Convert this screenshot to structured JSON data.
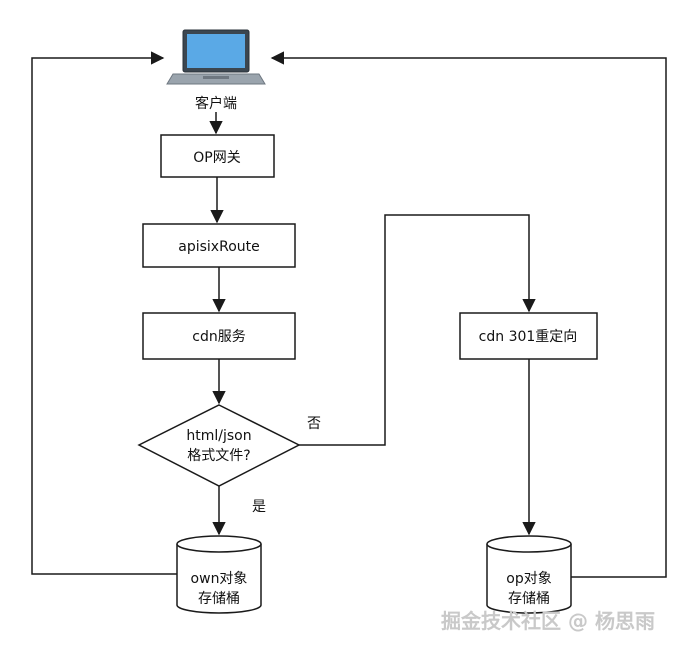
{
  "diagram": {
    "client_label": "客户端",
    "nodes": {
      "op_gateway": "OP网关",
      "apisix_route": "apisixRoute",
      "cdn_service": "cdn服务",
      "decision_line1": "html/json",
      "decision_line2": "格式文件?",
      "cdn_redirect": "cdn 301重定向",
      "own_bucket_line1": "own对象",
      "own_bucket_line2": "存储桶",
      "op_bucket_line1": "op对象",
      "op_bucket_line2": "存储桶"
    },
    "edge_labels": {
      "no": "否",
      "yes": "是"
    }
  },
  "watermark": "掘金技术社区 @ 杨思雨",
  "colors": {
    "stroke": "#1a1a1a",
    "laptop_screen": "#5aa9e6",
    "laptop_body": "#9aa4ad"
  }
}
